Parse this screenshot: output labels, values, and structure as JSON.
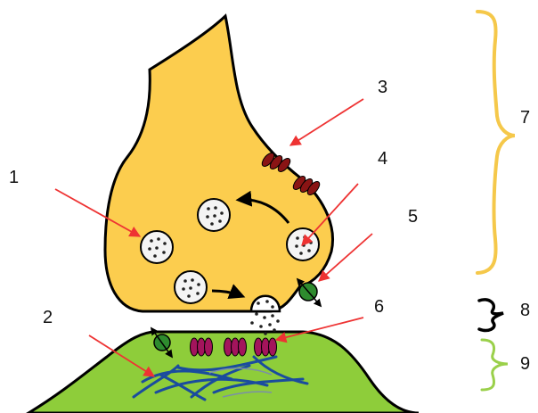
{
  "labels": {
    "n1": "1",
    "n2": "2",
    "n3": "3",
    "n4": "4",
    "n5": "5",
    "n6": "6",
    "n7": "7",
    "n8": "8",
    "n9": "9"
  },
  "colors": {
    "presynaptic_fill": "#fccd4e",
    "postsynaptic_fill": "#8ecd3a",
    "outline": "#000000",
    "vesicle_fill": "#f4f4f4",
    "arrow_red": "#ee3333",
    "channel_dark_red": "#8a1414",
    "receptor_magenta": "#a3145c",
    "transporter_green": "#2e8b2e",
    "cytoskeleton_blue": "#1a4c9e",
    "brace_yellow": "#f5c84a",
    "brace_black": "#000000",
    "brace_green": "#9ad04a"
  }
}
